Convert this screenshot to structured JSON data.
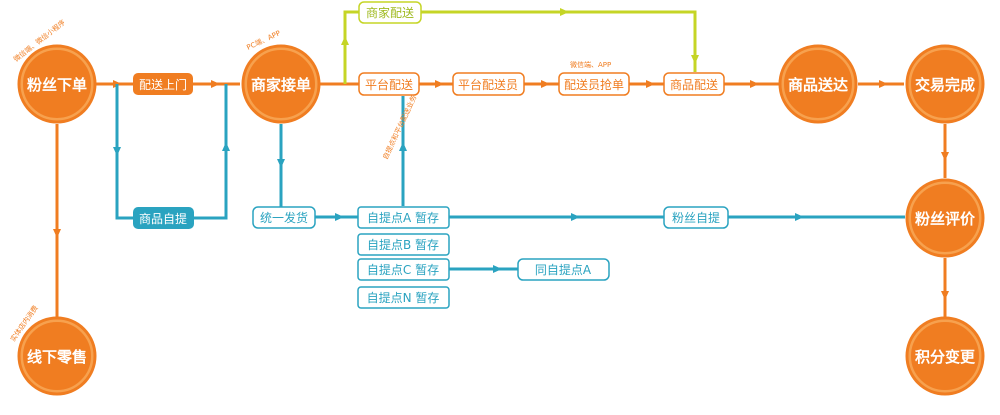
{
  "colors": {
    "orange": "#f07d21",
    "teal": "#2aa3c0",
    "yellow_green": "#c5d526",
    "gray": "#888888"
  },
  "nodes": {
    "fans_order": "粉丝下单",
    "merchant_accept": "商家接单",
    "goods_delivered": "商品送达",
    "deal_complete": "交易完成",
    "fans_review": "粉丝评价",
    "offline_retail": "线下零售",
    "points_change": "积分变更"
  },
  "boxes": {
    "door_delivery": "配送上门",
    "self_pickup_goods": "商品自提",
    "platform_delivery": "平台配送",
    "platform_courier": "平台配送员",
    "courier_grab": "配送员抢单",
    "goods_delivery": "商品配送",
    "merchant_delivery": "商家配送",
    "unified_shipping": "统一发货",
    "pickup_a": "自提点A  暂存",
    "pickup_b": "自提点B  暂存",
    "pickup_c": "自提点C  暂存",
    "pickup_n": "自提点N  暂存",
    "same_pickup_a": "同自提点A",
    "fans_self_pickup": "粉丝自提",
    "ellipsis": "……"
  },
  "notes": {
    "fans_order_channel": "微信端、微信小程序",
    "merchant_channel": "PC端、APP",
    "courier_channel": "微信端、APP",
    "offline_note": "实体店内消费",
    "pickup_note": "自提点和平台配送业务"
  }
}
